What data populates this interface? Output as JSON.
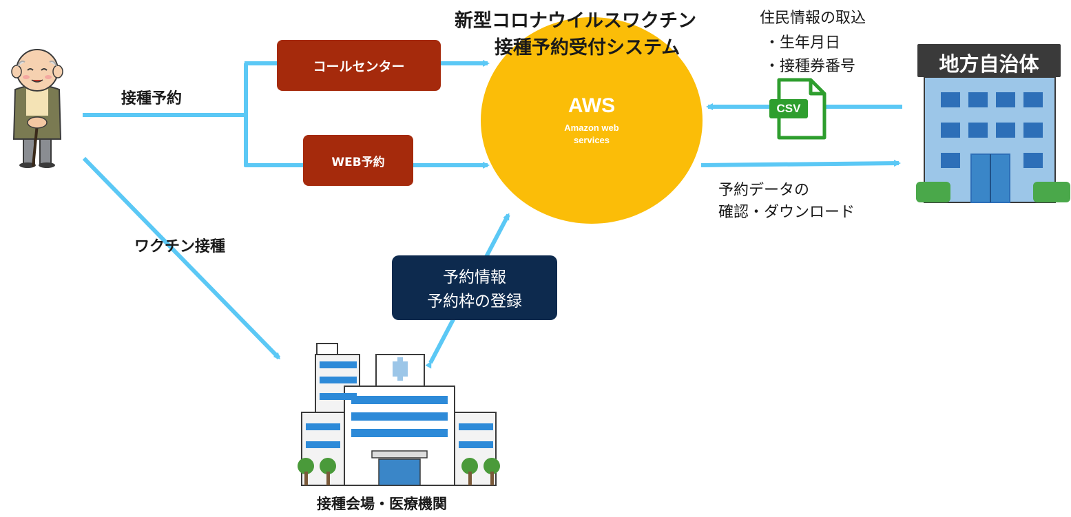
{
  "system_title_line1": "新型コロナウイルスワクチン",
  "system_title_line2": "接種予約受付システム",
  "resident_info_heading": "住民情報の取込",
  "resident_info_item1": "・生年月日",
  "resident_info_item2": "・接種券番号",
  "call_center_label": "コールセンター",
  "web_reservation_label": "WEB予約",
  "reservation_label": "接種予約",
  "vaccination_label": "ワクチン接種",
  "aws_title": "AWS",
  "aws_subtitle_line1": "Amazon web",
  "aws_subtitle_line2": "services",
  "csv_label": "CSV",
  "registration_line1": "予約情報",
  "registration_line2": "予約枠の登録",
  "download_line1": "予約データの",
  "download_line2": "確認・ダウンロード",
  "municipality_sign": "地方自治体",
  "venue_label": "接種会場・医療機関",
  "colors": {
    "arrow": "#5bc8f5",
    "aws_circle": "#fbbd08",
    "callcenter_box": "#a52a0c",
    "registration_box": "#0d2a4e",
    "csv_green": "#2e9e2e"
  }
}
